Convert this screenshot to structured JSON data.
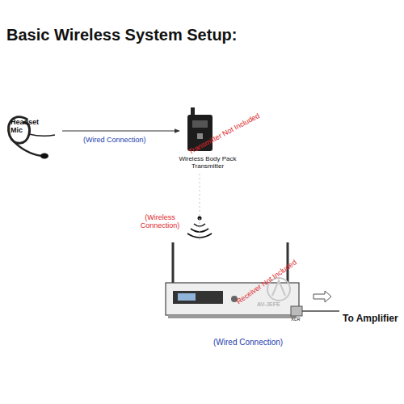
{
  "diagram": {
    "title": "Basic Wireless System Setup:",
    "nodes": [
      {
        "text": [
          "Headset Mic"
        ]
      },
      {
        "text": [
          "Wireless Body Pack Transmitter",
          "Transmitter Not Included"
        ]
      },
      {
        "text": [
          "Receiver Not Included"
        ]
      }
    ],
    "edges": [
      {
        "from": 0,
        "to": 1,
        "label": "(Wired Connection)",
        "arrow": "to"
      },
      {
        "from": 1,
        "to": 2,
        "label": "(Wireless Connection)",
        "arrow": "none"
      }
    ],
    "labels": [
      "AV-JEFE",
      "XLR",
      "To Amplifier",
      "(Wired Connection)"
    ]
  }
}
